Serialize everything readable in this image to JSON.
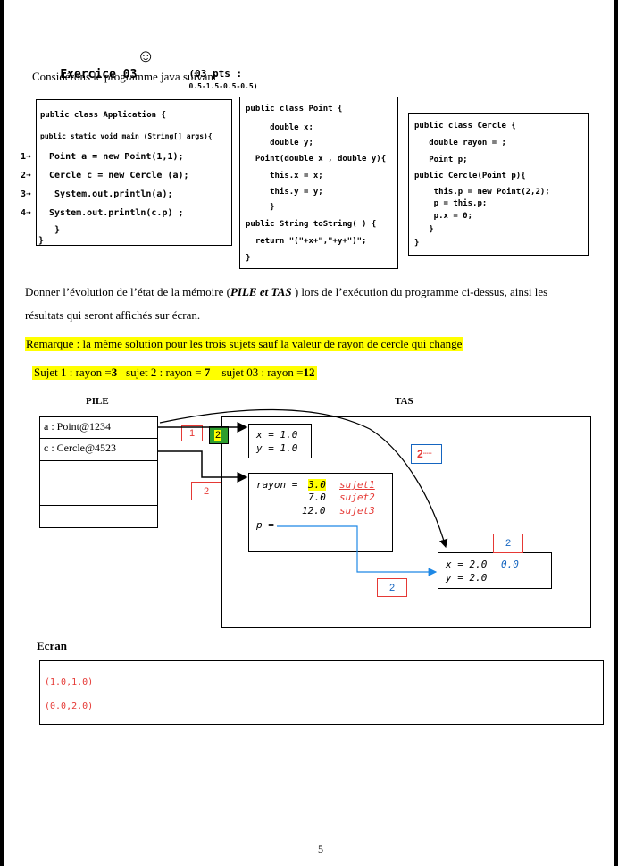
{
  "title": {
    "exercise": "Exercice 03",
    "smiley": "☺",
    "points": "(03 pts :",
    "breakdown": "0.5-1.5-0.5-0.5)"
  },
  "intro": "Considérons le programme java suivant :",
  "code": {
    "application": [
      "public class Application {",
      "public static void main (String[] args){",
      " Point a = new Point(1,1);",
      " Cercle c = new Cercle (a);",
      "  System.out.println(a);",
      " System.out.println(c.p) ;",
      "  }",
      "}"
    ],
    "markers": [
      "1➔",
      "2➔",
      "3➔",
      "4➔"
    ],
    "point": [
      "public class Point {",
      "     double x;",
      "     double y;",
      "  Point(double x , double y){",
      "     this.x = x;",
      "     this.y = y;",
      "     }",
      "public String toString( ) {",
      "  return \"(\"+x+\",\"+y+\")\";",
      "}"
    ],
    "cercle": [
      "public class Cercle {",
      "   double rayon = ;",
      "   Point p;",
      "public Cercle(Point p){",
      "    this.p = new Point(2,2);",
      "    p = this.p;",
      "    p.x = 0;",
      "   }",
      "}"
    ]
  },
  "question_line1": "Donner l’évolution de l’état de la mémoire (PILE et TAS ) lors de l’exécution du programme ci-dessus, ainsi les",
  "question_pre": "Donner l’évolution de l’état de la mémoire (",
  "question_em": "PILE et TAS",
  "question_post": " ) lors de l’exécution du programme ci-dessus, ainsi les",
  "question_line2": "résultats qui seront affichés sur écran.",
  "remark": "Remarque : la même solution pour les trois sujets sauf la valeur de rayon de cercle qui change",
  "subjects": {
    "s1_label": "Sujet 1 : rayon =",
    "s1_val": "3",
    "s2_label": "sujet 2 : rayon = ",
    "s2_val": "7",
    "s3_label": "sujet 03 : rayon =",
    "s3_val": "12"
  },
  "memory": {
    "pile_label": "PILE",
    "tas_label": "TAS",
    "stack": [
      "a : Point@1234",
      "c : Cercle@4523",
      "",
      "",
      "",
      ""
    ],
    "point_a": [
      "x = 1.0",
      "y = 1.0"
    ],
    "cercle_obj": {
      "rayon_label": "rayon = ",
      "rayon_values": [
        "3.0",
        "7.0",
        "12.0"
      ],
      "sujets": [
        "sujet1",
        "sujet2",
        "sujet3"
      ],
      "p_label": "p ="
    },
    "point_new": {
      "x_line": "x = 2.0",
      "x_new": "0.0",
      "y_line": "y = 2.0"
    },
    "step_labels": [
      "1",
      "2",
      "2",
      "2",
      "2",
      "2"
    ]
  },
  "screen": {
    "label": "Ecran",
    "lines": [
      "(1.0,1.0)",
      "(0.0,2.0)"
    ]
  },
  "page_number": "5",
  "colors": {
    "highlight": "#ffff00",
    "red": "#e53935",
    "blue": "#1565c0",
    "green": "#2e9e2e"
  }
}
